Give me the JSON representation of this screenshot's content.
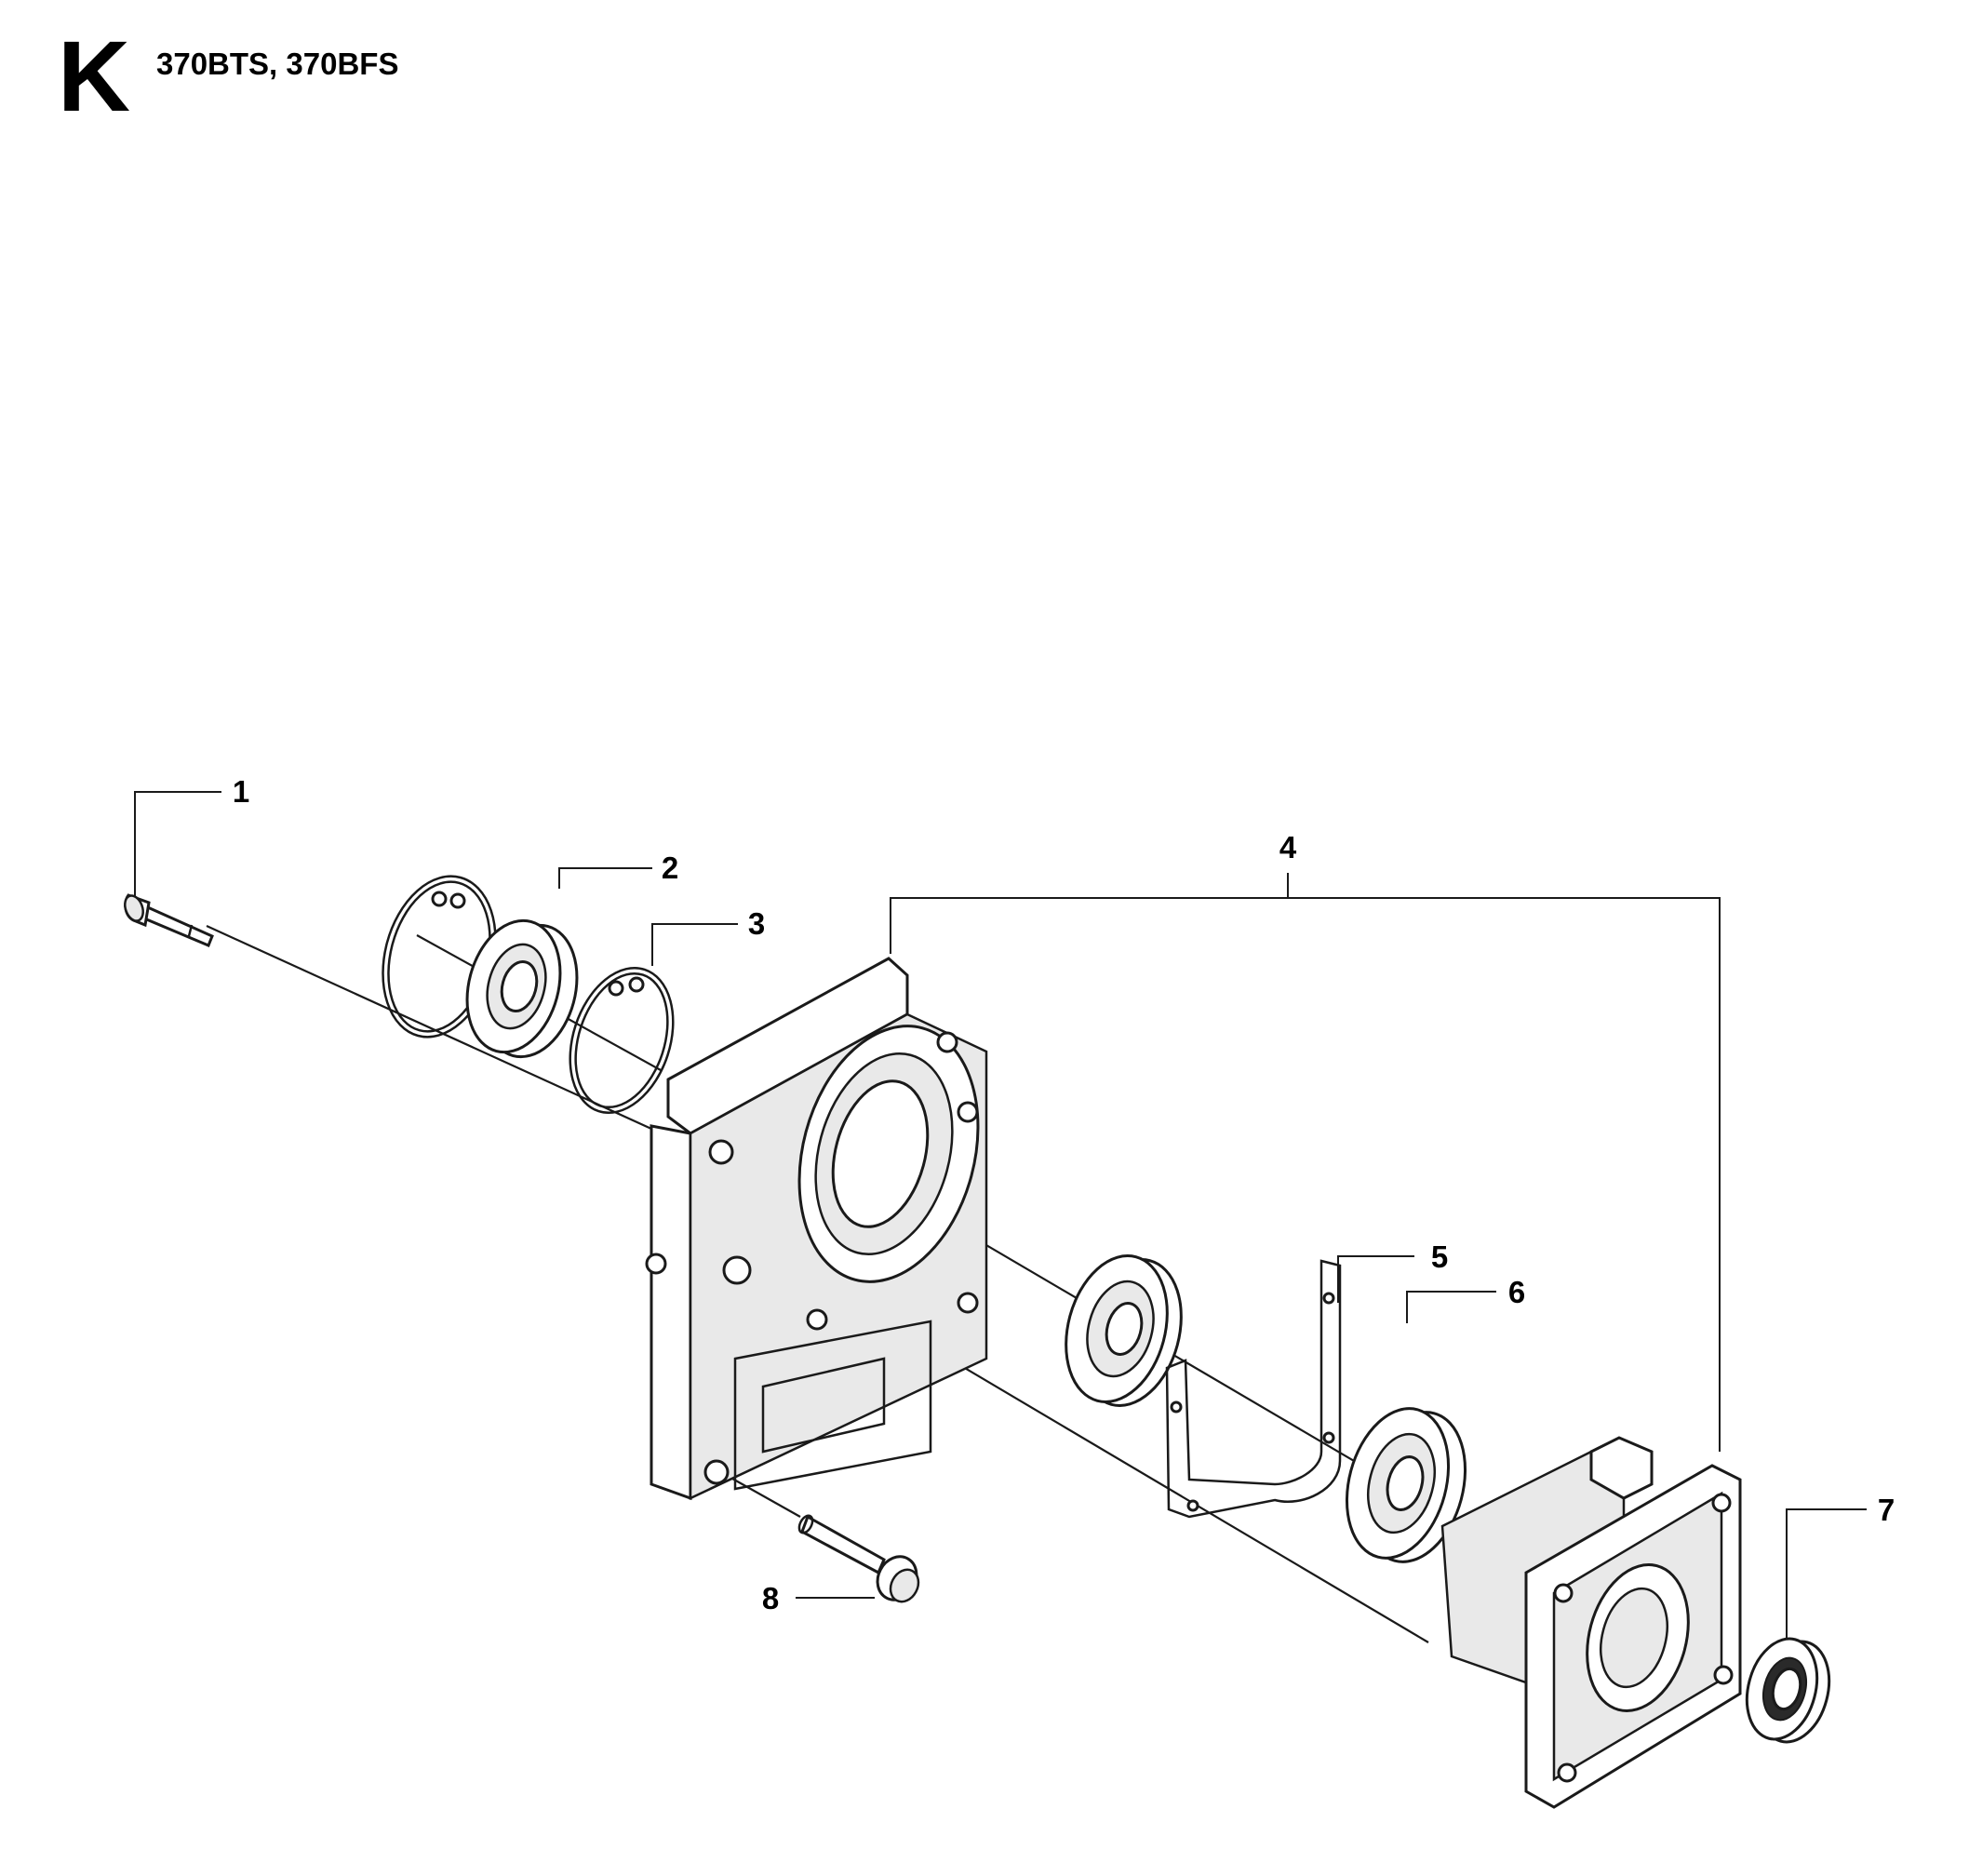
{
  "header": {
    "section_letter": "K",
    "models": "370BTS, 370BFS"
  },
  "callouts": [
    {
      "id": "1",
      "label": "1"
    },
    {
      "id": "2",
      "label": "2"
    },
    {
      "id": "3",
      "label": "3"
    },
    {
      "id": "4",
      "label": "4"
    },
    {
      "id": "5",
      "label": "5"
    },
    {
      "id": "6",
      "label": "6"
    },
    {
      "id": "7",
      "label": "7"
    },
    {
      "id": "8",
      "label": "8"
    }
  ],
  "parts": [
    {
      "callout": "1",
      "icon": "cap-screw-icon"
    },
    {
      "callout": "2",
      "icon": "ball-bearing-icon"
    },
    {
      "callout": "3",
      "icon": "circlip-icon"
    },
    {
      "callout": "4",
      "icon": "crankcase-halves-icon"
    },
    {
      "callout": "5",
      "icon": "gasket-icon"
    },
    {
      "callout": "6",
      "icon": "ball-bearing-icon"
    },
    {
      "callout": "7",
      "icon": "oil-seal-icon"
    },
    {
      "callout": "8",
      "icon": "flange-screw-icon"
    }
  ]
}
